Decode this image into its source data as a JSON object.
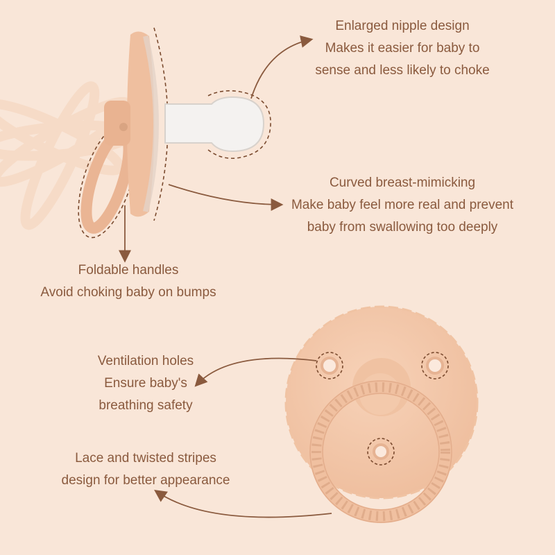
{
  "colors": {
    "background": "#f9e6d8",
    "silicone": "#f2c7a9",
    "silicone_shade": "#d9a482",
    "text": "#8a5a3e",
    "arrow": "#8a5a3e",
    "dashed_outline": "#7a4a2e"
  },
  "features": {
    "nipple": {
      "title": "Enlarged nipple design",
      "line2": "Makes it easier for baby to",
      "line3": "sense and less likely to choke"
    },
    "shield": {
      "title": "Curved breast-mimicking",
      "line2": "Make baby feel more real and prevent",
      "line3": "baby from swallowing too deeply"
    },
    "handles": {
      "title": "Foldable handles",
      "line2": "Avoid choking baby on bumps"
    },
    "ventilation": {
      "title": "Ventilation holes",
      "line2": "Ensure baby's",
      "line3": "breathing safety"
    },
    "stripes": {
      "title": "Lace and twisted stripes",
      "line2": "design for better appearance"
    }
  }
}
